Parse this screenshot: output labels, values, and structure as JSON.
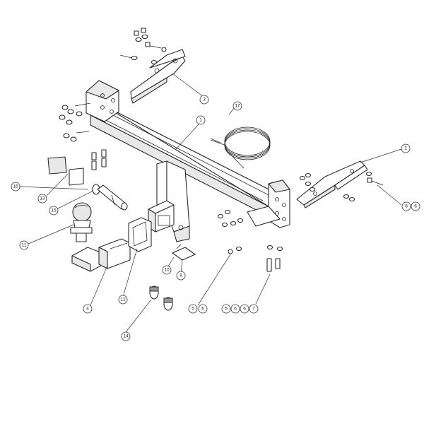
{
  "callouts": [
    {
      "id": "c1",
      "label": "1"
    },
    {
      "id": "c2",
      "label": "2"
    },
    {
      "id": "c3",
      "label": "3"
    },
    {
      "id": "c4",
      "label": "4"
    },
    {
      "id": "c5a",
      "label": "5"
    },
    {
      "id": "c6a",
      "label": "6"
    },
    {
      "id": "c5b",
      "label": "5"
    },
    {
      "id": "c6b",
      "label": "6"
    },
    {
      "id": "c6c",
      "label": "6"
    },
    {
      "id": "c6d",
      "label": "6"
    },
    {
      "id": "c7",
      "label": "7"
    },
    {
      "id": "c8",
      "label": "8"
    },
    {
      "id": "c6e",
      "label": "6"
    },
    {
      "id": "c9",
      "label": "9"
    },
    {
      "id": "c10",
      "label": "10"
    },
    {
      "id": "c11",
      "label": "11"
    },
    {
      "id": "c12",
      "label": "12"
    },
    {
      "id": "c13",
      "label": "13"
    },
    {
      "id": "c14",
      "label": "14"
    },
    {
      "id": "c15",
      "label": "15"
    },
    {
      "id": "c16",
      "label": "16"
    },
    {
      "id": "c17",
      "label": "17"
    }
  ]
}
